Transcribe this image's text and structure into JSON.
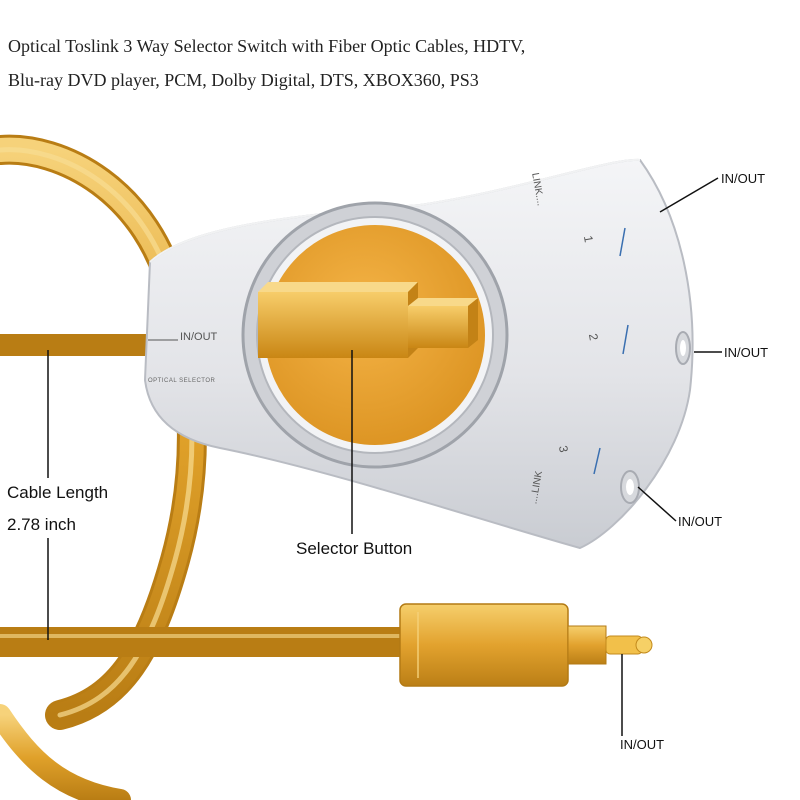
{
  "title": {
    "line1": "Optical Toslink 3 Way Selector Switch with Fiber Optic Cables, HDTV,",
    "line2": "Blu-ray DVD player, PCM, Dolby Digital, DTS, XBOX360, PS3"
  },
  "callouts": {
    "in_out_top": "IN/OUT",
    "in_out_mid": "IN/OUT",
    "in_out_low": "IN/OUT",
    "in_out_plug": "IN/OUT",
    "cable_length_label": "Cable Length",
    "cable_length_value": "2.78 inch",
    "selector_button": "Selector Button"
  },
  "device_print": {
    "in_out": "IN/OUT",
    "brand_text": "OPTICAL SELECTOR",
    "link_top": "LINK....",
    "link_bottom": "....LINK",
    "port_1": "1",
    "port_2": "2",
    "port_3": "3"
  },
  "colors": {
    "gold": "#e0a12a",
    "gold_light": "#f3c863",
    "gold_dark": "#b97d14",
    "silver": "#e3e4e8",
    "silver_dark": "#b9bcc3",
    "leader_line": "#111111",
    "port_line": "#3a6fb0"
  }
}
